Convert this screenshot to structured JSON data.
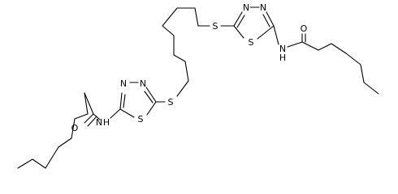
{
  "molecule": {
    "atoms": {
      "o_left": "O",
      "nh_left": "N",
      "h_left": "H",
      "n_left_1": "N",
      "n_left_2": "N",
      "s_ring_left": "S",
      "s_link_left": "S",
      "s_link_right": "S",
      "n_right_1": "N",
      "n_right_2": "N",
      "s_ring_right": "S",
      "nh_right": "N",
      "h_right": "H",
      "o_right": "O"
    }
  }
}
